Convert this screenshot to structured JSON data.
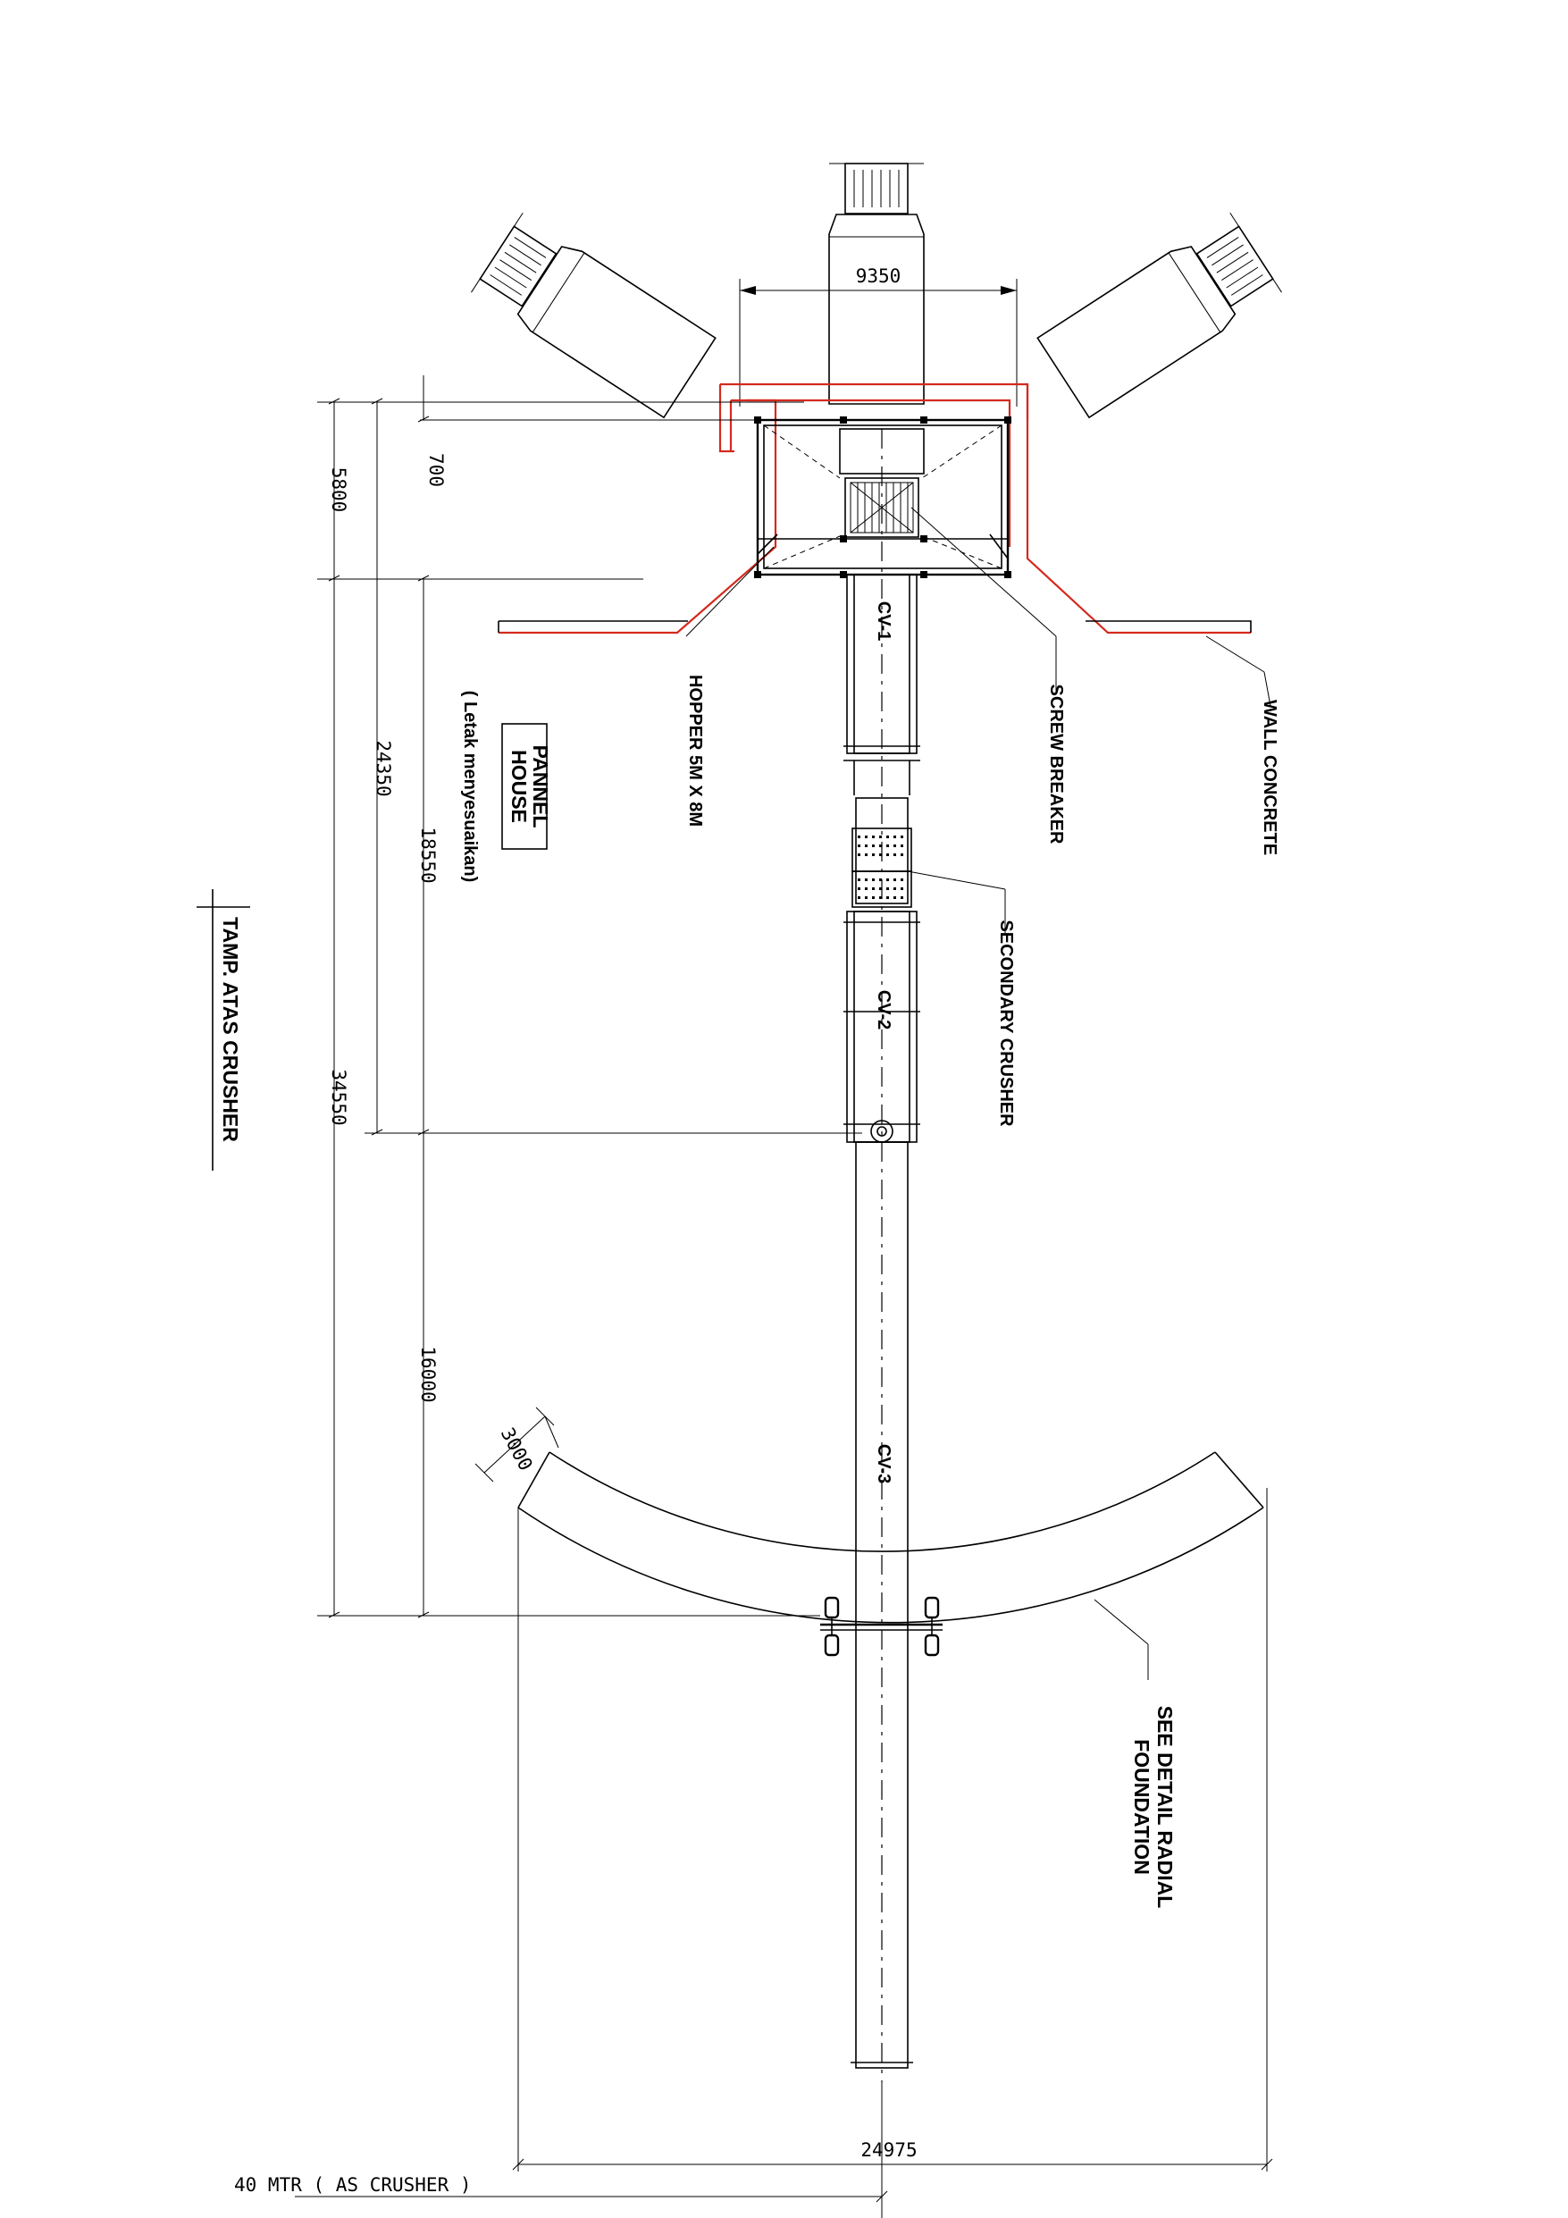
{
  "dimensions": {
    "top_width": "9350",
    "d_5800": "5800",
    "d_700": "700",
    "d_24350": "24350",
    "d_18550": "18550",
    "d_34550": "34550",
    "d_16000": "16000",
    "d_3000": "3000",
    "d_24975": "24975"
  },
  "conveyors": {
    "cv1": "CV-1",
    "cv2": "CV-2",
    "cv3": "CV-3"
  },
  "labels": {
    "hopper": "HOPPER 5M X 8M",
    "screw_breaker": "SCREW BREAKER",
    "wall_concrete": "WALL CONCRETE",
    "secondary_crusher": "SECONDARY CRUSHER",
    "pannel_house_line1": "PANNEL",
    "pannel_house_line2": "HOUSE",
    "pannel_note": "( Letak menyesuaikan)",
    "view_title": "TAMP. ATAS CRUSHER",
    "radial_line1": "SEE DETAIL RADIAL",
    "radial_line2": "FOUNDATION",
    "scale_note": "40 MTR ( AS CRUSHER )"
  },
  "colors": {
    "line": "#000000",
    "wall_outline": "#d42a1e",
    "background": "#ffffff"
  }
}
